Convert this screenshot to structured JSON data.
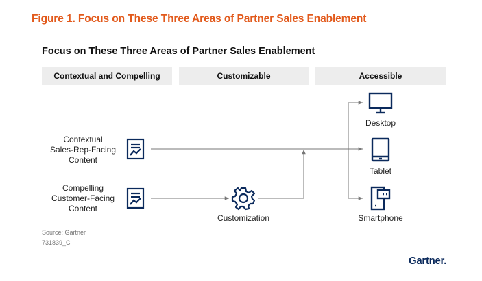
{
  "figure_title": "Figure 1. Focus on These Three Areas of Partner Sales Enablement",
  "chart_title": "Focus on These Three Areas of Partner Sales Enablement",
  "columns": [
    "Contextual and Compelling",
    "Customizable",
    "Accessible"
  ],
  "nodes": {
    "sales_rep": [
      "Contextual",
      "Sales-Rep-Facing",
      "Content"
    ],
    "customer": [
      "Compelling",
      "Customer-Facing",
      "Content"
    ],
    "customization": "Customization",
    "desktop": "Desktop",
    "tablet": "Tablet",
    "smartphone": "Smartphone"
  },
  "icons": {
    "document": "document-chart-icon",
    "gear": "gear-icon",
    "desktop": "desktop-monitor-icon",
    "tablet": "tablet-icon",
    "smartphone": "smartphone-icon"
  },
  "colors": {
    "figure_title": "#e25a1c",
    "header_bg": "#ededed",
    "icon": "#0b2a5c",
    "arrow": "#777777",
    "brand": "#0b2a5c"
  },
  "source": "Source: Gartner",
  "code": "731839_C",
  "brand": "Gartner",
  "brand_mark": "."
}
